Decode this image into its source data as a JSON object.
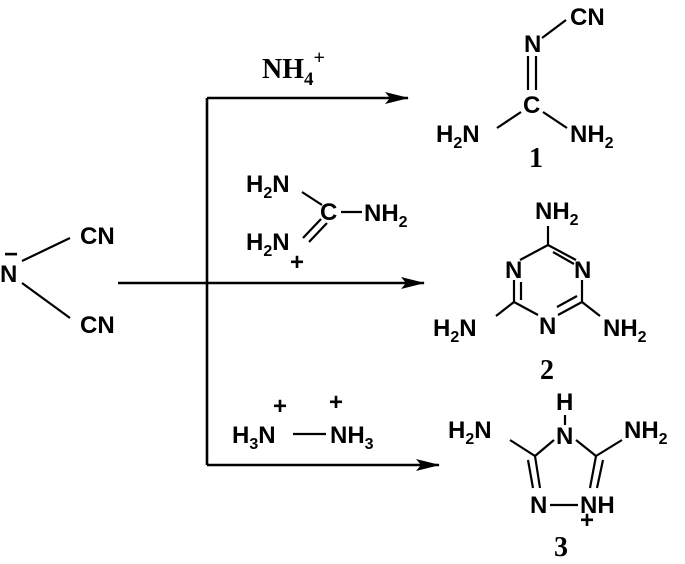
{
  "reactant": {
    "cn_top": "CN",
    "cn_bottom": "CN",
    "n_atom": "N",
    "charge": "−"
  },
  "reagents": {
    "ammonium": {
      "base": "NH",
      "sub": "4",
      "sup": "+"
    },
    "guanidinium": {
      "nh2_top": {
        "base": "H",
        "sub": "2",
        "tail": "N"
      },
      "carbon": "C",
      "nh2_right": {
        "base": "NH",
        "sub": "2"
      },
      "nh2_bottom": {
        "base": "H",
        "sub": "2",
        "tail": "N"
      },
      "charge": "+"
    },
    "hydrazinium": {
      "left": {
        "h": "H",
        "sub": "3",
        "n": "N"
      },
      "right": {
        "n": "NH",
        "sub": "3"
      },
      "charge": "+"
    }
  },
  "products": {
    "p1": {
      "number": "1",
      "n_imine": "N",
      "cn": "CN",
      "carbon": "C",
      "nh2_left": {
        "base": "H",
        "sub": "2",
        "tail": "N"
      },
      "nh2_right": {
        "base": "NH",
        "sub": "2"
      }
    },
    "p2": {
      "number": "2",
      "nh2_top": {
        "base": "NH",
        "sub": "2"
      },
      "ring_n": "N",
      "nh2_left": {
        "base": "H",
        "sub": "2",
        "tail": "N"
      },
      "nh2_right": {
        "base": "NH",
        "sub": "2"
      }
    },
    "p3": {
      "number": "3",
      "nh2_left": {
        "base": "H",
        "sub": "2",
        "tail": "N"
      },
      "nh2_right": {
        "base": "NH",
        "sub": "2"
      },
      "ring_n": "N",
      "ring_h": "H",
      "n_bottom_left": "N",
      "nh_bottom_right": "NH",
      "charge": "+"
    }
  }
}
